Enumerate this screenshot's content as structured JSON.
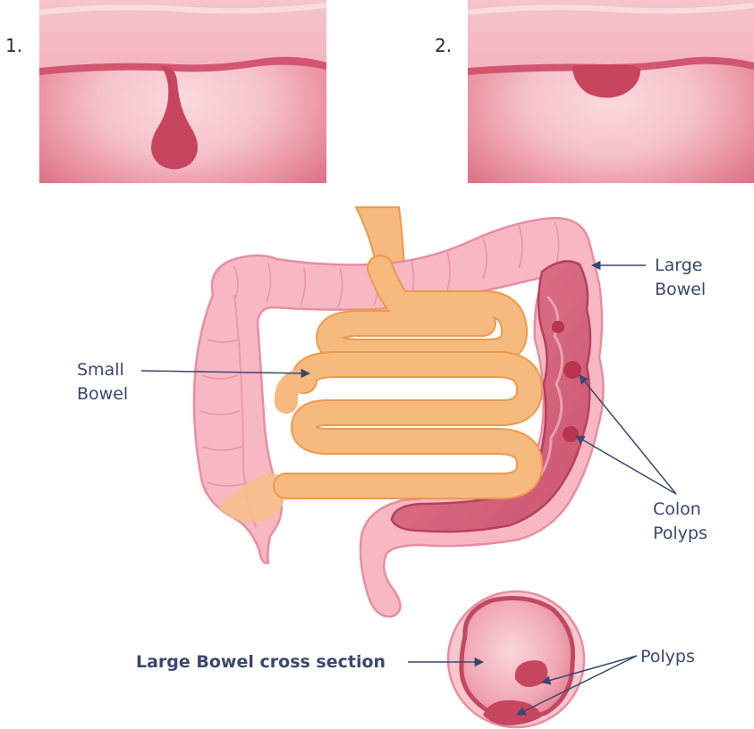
{
  "panels": {
    "panel_1_number": "1.",
    "panel_2_number": "2."
  },
  "labels": {
    "large_bowel_line1": "Large",
    "large_bowel_line2": "Bowel",
    "small_bowel_line1": "Small",
    "small_bowel_line2": "Bowel",
    "colon_polyps_line1": "Colon",
    "colon_polyps_line2": "Polyps",
    "cross_section": "Large Bowel cross section",
    "polyps": "Polyps"
  },
  "colors": {
    "text": "#3a4770",
    "colon_pink": "#f7b8c4",
    "colon_outline": "#e88ea0",
    "lumen_dark": "#d2566f",
    "polyp": "#c8455f",
    "small_bowel": "#f6b97e",
    "small_bowel_outline": "#eb9a4d"
  }
}
